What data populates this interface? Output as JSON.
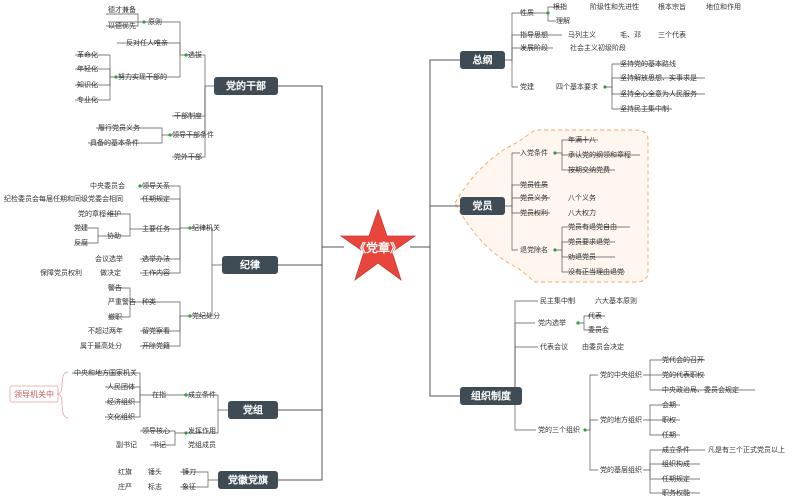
{
  "center": {
    "title": "《党章》"
  },
  "colors": {
    "line": "#55565a",
    "header_bg": "#3f4b55",
    "star": "#e8463c",
    "dashed": "#f5a45c",
    "aside_text": "#c05c5c",
    "aside_line": "#e8a0a0",
    "marker": "#2e9e46"
  },
  "branches": {
    "ganbu": {
      "title": "党的干部",
      "items": [
        "德才兼备",
        "以德优先",
        "原则",
        "反对任人唯亲",
        "革命化",
        "年轻化",
        "知识化",
        "专业化",
        "努力实现干部的",
        "选拔",
        "干部制度",
        "履行党员义务",
        "具备的基本条件",
        "领导干部条件",
        "党外干部"
      ]
    },
    "jilv": {
      "title": "纪律",
      "items": [
        "中央委员会",
        "领导关系",
        "纪检委员会每届任期和同级党委会相同",
        "任期规定",
        "党的章程",
        "维护",
        "党建",
        "协助",
        "反腐",
        "主要任务",
        "纪律机关",
        "会议选举",
        "选举办法",
        "保障党员权利",
        "做决定",
        "工作内容",
        "警告",
        "严重警告",
        "撤职",
        "种类",
        "不超过两年",
        "留党察看",
        "属于最高处分",
        "开除党籍",
        "党纪处分"
      ]
    },
    "dangzu": {
      "title": "党组",
      "aside": "领导机关中",
      "items": [
        "中央和地方国家机关",
        "人民团体",
        "经济组织",
        "文化组织",
        "在指",
        "成立条件",
        "领导核心",
        "发挥作用",
        "副书记",
        "书记",
        "党组成员"
      ]
    },
    "dianghui": {
      "title": "党徽党旗",
      "items": [
        "红旗",
        "锤头",
        "镰刀",
        "庄严",
        "标志",
        "象征"
      ]
    },
    "zonggang": {
      "title": "总纲",
      "items": [
        "性质",
        "根指",
        "阶级性和先进性",
        "根本宗旨",
        "地位和作用",
        "理解",
        "指导思想",
        "马列主义",
        "毛、邓",
        "三个代表",
        "发展阶段",
        "社会主义初级阶段",
        "党建",
        "四个基本要求",
        "坚持党的基本路线",
        "坚持解放思想、实事求是",
        "坚持全心全意为人民服务",
        "坚持民主集中制"
      ]
    },
    "dangyuan": {
      "title": "党员",
      "items": [
        "年满十八",
        "承认党的纲领和章程",
        "按期交纳党费",
        "入党条件",
        "党员性质",
        "党员义务",
        "八个义务",
        "党员权利",
        "八大权力",
        "党员有退党自由",
        "党员要求退党",
        "劝退党员",
        "没有正当理由退党",
        "退党除名"
      ]
    },
    "zuzhi": {
      "title": "组织制度",
      "items": [
        "民主集中制",
        "六大基本原则",
        "代表",
        "党内选举",
        "委员会",
        "代表会议",
        "由委员会决定",
        "党的中央组织",
        "党代会的召开",
        "党的代表职权",
        "中央政治局、委员会规定",
        "党的地方组织",
        "会期",
        "职权",
        "任期",
        "党的基层组织",
        "成立条件",
        "凡是有三个正式党员以上",
        "组织构成",
        "任期规定",
        "职务权能",
        "党的三个组织"
      ]
    }
  }
}
